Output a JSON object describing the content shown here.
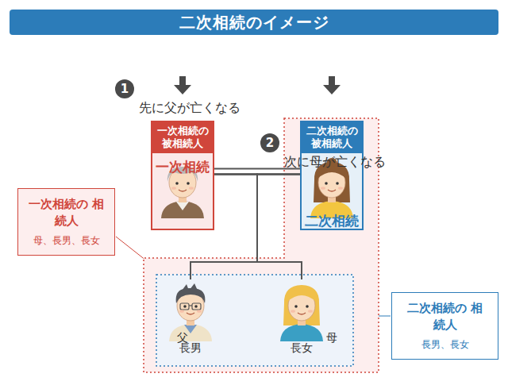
{
  "diagram": {
    "title": "二次相続のイメージ",
    "nodes": [
      {
        "text": [
          "一次相続の 被相続人",
          "父"
        ]
      },
      {
        "text": [
          "一次相続の 相続人",
          "母、長男、長女"
        ]
      },
      {
        "text": [
          "二次相続の 被相続人",
          "母"
        ],
        "in": 1
      },
      {
        "text": [
          "二次相続の 相続人",
          "長男、長女"
        ],
        "in": 1
      },
      {
        "text": [
          "長男"
        ],
        "in": 3
      },
      {
        "text": [
          "長女"
        ],
        "in": 3
      }
    ],
    "edges": [
      {
        "from": 0,
        "to": 2,
        "arrow": "none"
      },
      {
        "from": 0,
        "to": 4,
        "arrow": "none"
      },
      {
        "from": 0,
        "to": 5,
        "arrow": "none"
      },
      {
        "from": 2,
        "to": 4,
        "arrow": "none"
      },
      {
        "from": 2,
        "to": 5,
        "arrow": "none"
      }
    ],
    "labels": [
      "1",
      "先に父が亡くなる",
      "一次相続",
      "2",
      "次に母が亡くなる",
      "二次相続"
    ]
  }
}
